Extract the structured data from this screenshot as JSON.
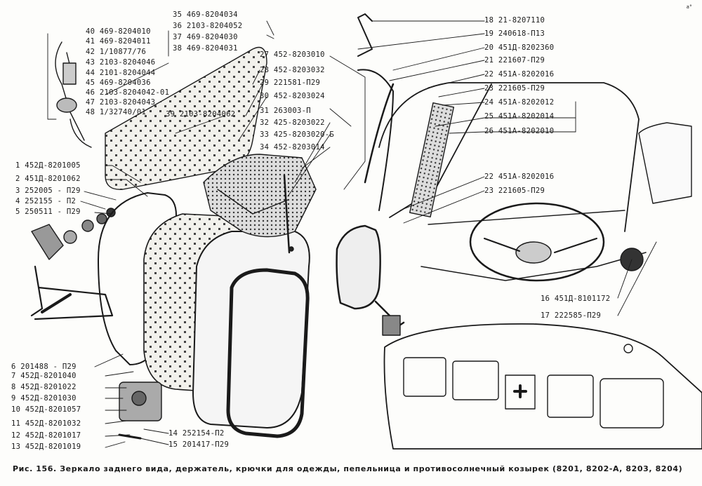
{
  "caption": "Рис. 156. Зеркало заднего вида, держатель, крючки для одежды, пепельница и противосолнечный козырек (8201, 8202-А, 8203, 8204)",
  "corner_mark": "a°",
  "labels": {
    "l1": "1  452Д-8201005",
    "l2": "2  451Д-8201062",
    "l3": "3  252005 - П29",
    "l4": "4  252155 - П2",
    "l5": "5  250511 - П29",
    "l6": "6  201488 - П29",
    "l7": "7  452Д-8201040",
    "l8": "8  452Д-8201022",
    "l9": "9  452Д-8201030",
    "l10": "10  452Д-8201057",
    "l11": "11  452Д-8201032",
    "l12": "12  452Д-8201017",
    "l13": "13  452Д-8201019",
    "l14": "14  252154-П2",
    "l15": "15  201417-П29",
    "l16": "16  451Д-8101172",
    "l17": "17  222585-П29",
    "l18": "18  21-8207110",
    "l19": "19  240618-П13",
    "l20": "20  451Д-8202360",
    "l21": "21  221607-П29",
    "l22": "22  451А-8202016",
    "l23": "23  221605-П29",
    "l24": "24  451А-8202012",
    "l25": "25  451А-8202014",
    "l26": "26  451А-8202010",
    "l22b": "22  451А-8202016",
    "l23b": "23  221605-П29",
    "l27": "27  452-8203010",
    "l28": "28  452-8203032",
    "l29": "29  221581-П29",
    "l30": "30  452-8203024",
    "l31": "31  263003-П",
    "l32": "32  425-8203022",
    "l33": "33  425-8203020-Б",
    "l34": "34  452-8203014",
    "l35": "35  469-8204034",
    "l36": "36  2103-8204052",
    "l37": "37  469-8204030",
    "l38": "38  469-8204031",
    "l39": "39  2103-8204062",
    "l40": "40  469-8204010",
    "l41": "41  469-8204011",
    "l42": "42  1/10877/76",
    "l43": "43  2103-8204046",
    "l44": "44  2101-8204044",
    "l45": "45  469-8204036",
    "l46": "46  2103-8204042-01",
    "l47": "47  2103-8204043",
    "l48": "48  1/32740/01"
  }
}
